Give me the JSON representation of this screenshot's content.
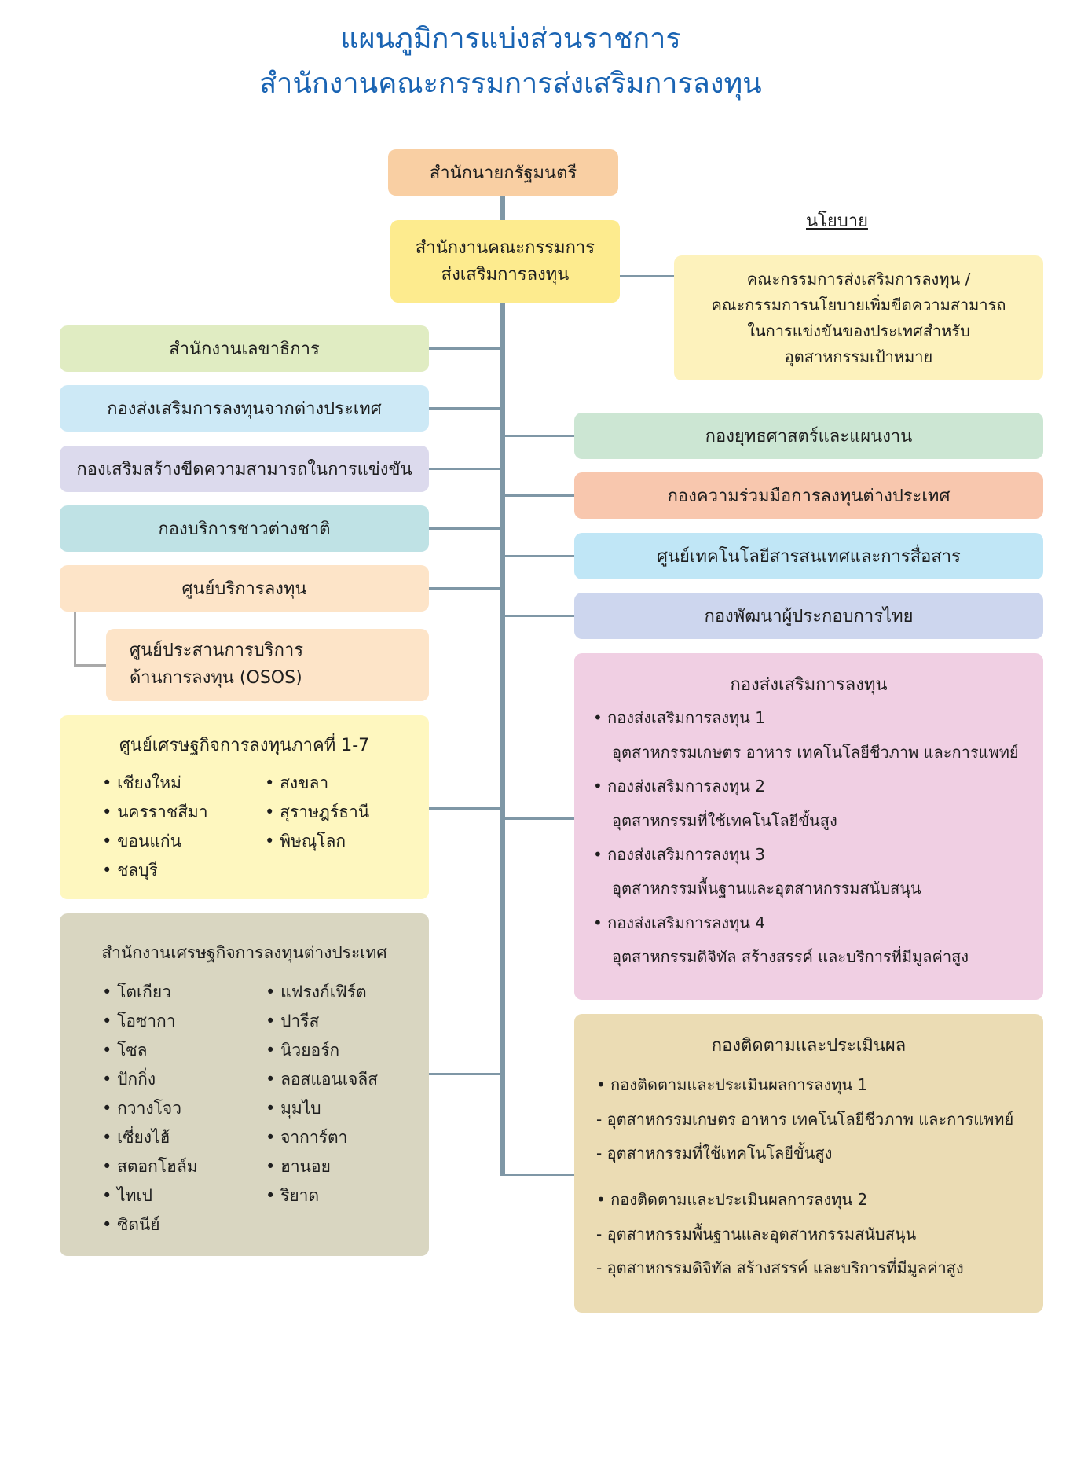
{
  "title": {
    "line1": "แผนภูมิการแบ่งส่วนราชการ",
    "line2": "สำนักงานคณะกรรมการส่งเสริมการลงทุน"
  },
  "top": {
    "pm_office": "สำนักนายกรัฐมนตรี",
    "boi_line1": "สำนักงานคณะกรรมการ",
    "boi_line2": "ส่งเสริมการลงทุน"
  },
  "policy": {
    "heading": "นโยบาย",
    "lines": [
      "คณะกรรมการส่งเสริมการลงทุน /",
      "คณะกรรมการนโยบายเพิ่มขีดความสามารถ",
      "ในการแข่งขันของประเทศสำหรับ",
      "อุตสาหกรรมเป้าหมาย"
    ]
  },
  "left": {
    "secretariat": "สำนักงานเลขาธิการ",
    "foreign_promo": "กองส่งเสริมการลงทุนจากต่างประเทศ",
    "competitiveness": "กองเสริมสร้างขีดความสามารถในการแข่งขัน",
    "expat_services": "กองบริการชาวต่างชาติ",
    "service_center": "ศูนย์บริการลงทุน",
    "osos_line1": "ศูนย์ประสานการบริการ",
    "osos_line2": "ด้านการลงทุน (OSOS)",
    "regional": {
      "heading": "ศูนย์เศรษฐกิจการลงทุนภาคที่ 1-7",
      "col1": [
        "เชียงใหม่",
        "นครราชสีมา",
        "ขอนแก่น",
        "ชลบุรี"
      ],
      "col2": [
        "สงขลา",
        "สุราษฎร์ธานี",
        "พิษณุโลก"
      ]
    },
    "overseas": {
      "heading": "สำนักงานเศรษฐกิจการลงทุนต่างประเทศ",
      "col1": [
        "โตเกียว",
        "โอซากา",
        "โซล",
        "ปักกิ่ง",
        "กวางโจว",
        "เซี่ยงไฮ้",
        "สตอกโฮล์ม",
        "ไทเป",
        "ซิดนีย์"
      ],
      "col2": [
        "แฟรงก์เฟิร์ต",
        "ปารีส",
        "นิวยอร์ก",
        "ลอสแอนเจลีส",
        "มุมไบ",
        "จาการ์ตา",
        "ฮานอย",
        "ริยาด"
      ]
    }
  },
  "right": {
    "strategy": "กองยุทธศาสตร์และแผนงาน",
    "intl_coop": "กองความร่วมมือการลงทุนต่างประเทศ",
    "ict": "ศูนย์เทคโนโลยีสารสนเทศและการสื่อสาร",
    "thai_entrepreneurs": "กองพัฒนาผู้ประกอบการไทย",
    "promotion": {
      "heading": "กองส่งเสริมการลงทุน",
      "groups": [
        {
          "name": "กองส่งเสริมการลงทุน 1",
          "desc": "อุตสาหกรรมเกษตร อาหาร เทคโนโลยีชีวภาพ และการแพทย์"
        },
        {
          "name": "กองส่งเสริมการลงทุน 2",
          "desc": "อุตสาหกรรมที่ใช้เทคโนโลยีขั้นสูง"
        },
        {
          "name": "กองส่งเสริมการลงทุน 3",
          "desc": "อุตสาหกรรมพื้นฐานและอุตสาหกรรมสนับสนุน"
        },
        {
          "name": "กองส่งเสริมการลงทุน 4",
          "desc": "อุตสาหกรรมดิจิทัล สร้างสรรค์ และบริการที่มีมูลค่าสูง"
        }
      ]
    },
    "monitoring": {
      "heading": "กองติดตามและประเมินผล",
      "g1": "กองติดตามและประเมินผลการลงทุน 1",
      "g1_items": [
        "อุตสาหกรรมเกษตร อาหาร เทคโนโลยีชีวภาพ และการแพทย์",
        "อุตสาหกรรมที่ใช้เทคโนโลยีขั้นสูง"
      ],
      "g2": "กองติดตามและประเมินผลการลงทุน 2",
      "g2_items": [
        "อุตสาหกรรมพื้นฐานและอุตสาหกรรมสนับสนุน",
        "อุตสาหกรรมดิจิทัล สร้างสรรค์ และบริการที่มีมูลค่าสูง"
      ]
    }
  },
  "colors": {
    "title": "#1a64b3",
    "connector": "#7f97a6"
  }
}
